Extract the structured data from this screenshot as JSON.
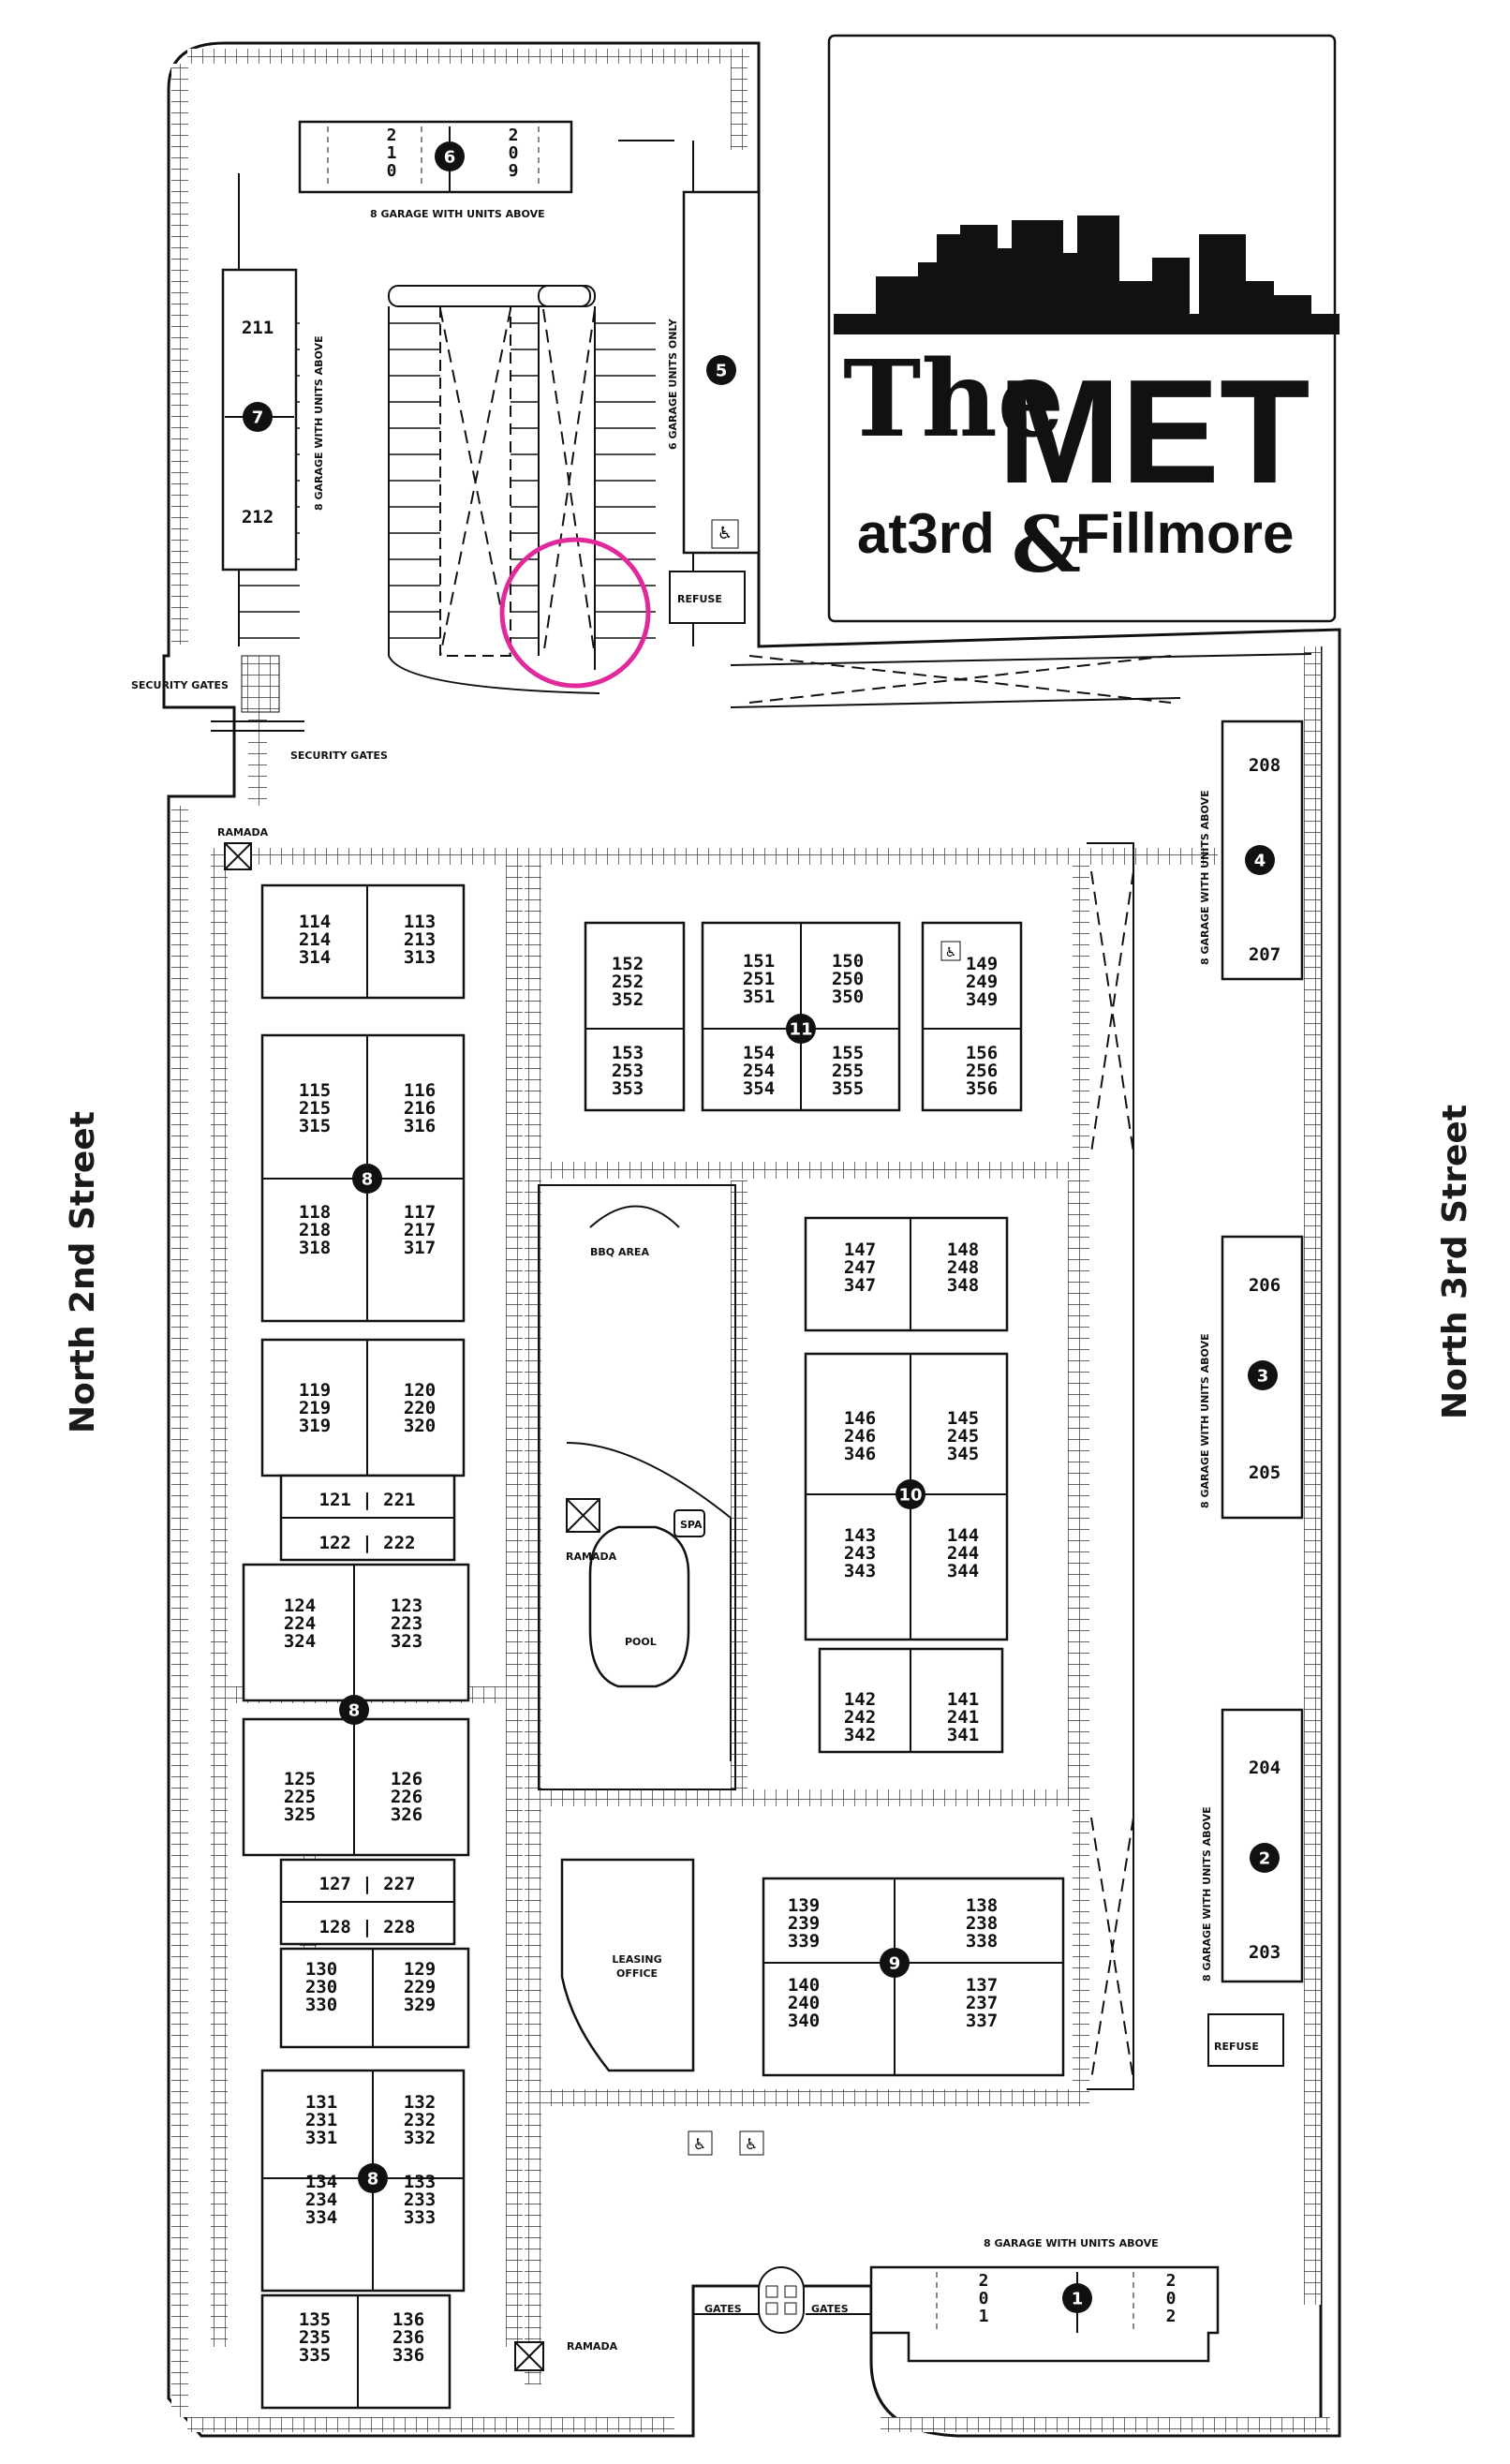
{
  "logo": {
    "the": "The",
    "met": "MET",
    "at3rd": "at3rd",
    "amp": "&",
    "fillmore": "Fillmore"
  },
  "streets": {
    "west": "North 2nd Street",
    "east": "North 3rd Street"
  },
  "labels": {
    "security_gates": "SECURITY GATES",
    "ramada": "RAMADA",
    "refuse": "REFUSE",
    "bbq_area": "BBQ AREA",
    "spa": "SPA",
    "pool": "POOL",
    "leasing_office": "LEASING OFFICE",
    "gates": "GATES",
    "garage_units_above": "8 GARAGE WITH UNITS ABOVE",
    "garage_units_only": "6 GARAGE UNITS ONLY"
  },
  "buildings": [
    "1",
    "2",
    "3",
    "4",
    "5",
    "6",
    "7",
    "8",
    "9",
    "10",
    "11"
  ],
  "garage_units": {
    "b6": [
      "210",
      "209"
    ],
    "b7": [
      "211",
      "212"
    ],
    "b4": [
      "208",
      "207"
    ],
    "b3": [
      "206",
      "205"
    ],
    "b2": [
      "204",
      "203"
    ],
    "b1": [
      "201",
      "202"
    ]
  },
  "units": {
    "u114": [
      "114",
      "214",
      "314"
    ],
    "u113": [
      "113",
      "213",
      "313"
    ],
    "u115": [
      "115",
      "215",
      "315"
    ],
    "u116": [
      "116",
      "216",
      "316"
    ],
    "u118": [
      "118",
      "218",
      "318"
    ],
    "u117": [
      "117",
      "217",
      "317"
    ],
    "u119": [
      "119",
      "219",
      "319"
    ],
    "u120": [
      "120",
      "220",
      "320"
    ],
    "u121": "121 | 221",
    "u122": "122 | 222",
    "u124": [
      "124",
      "224",
      "324"
    ],
    "u123": [
      "123",
      "223",
      "323"
    ],
    "u125": [
      "125",
      "225",
      "325"
    ],
    "u126": [
      "126",
      "226",
      "326"
    ],
    "u127": "127 | 227",
    "u128": "128 | 228",
    "u130": [
      "130",
      "230",
      "330"
    ],
    "u129": [
      "129",
      "229",
      "329"
    ],
    "u131": [
      "131",
      "231",
      "331"
    ],
    "u132": [
      "132",
      "232",
      "332"
    ],
    "u134": [
      "134",
      "234",
      "334"
    ],
    "u133": [
      "133",
      "233",
      "333"
    ],
    "u135": [
      "135",
      "235",
      "335"
    ],
    "u136": [
      "136",
      "236",
      "336"
    ],
    "u152": [
      "152",
      "252",
      "352"
    ],
    "u151": [
      "151",
      "251",
      "351"
    ],
    "u150": [
      "150",
      "250",
      "350"
    ],
    "u149": [
      "149",
      "249",
      "349"
    ],
    "u153": [
      "153",
      "253",
      "353"
    ],
    "u154": [
      "154",
      "254",
      "354"
    ],
    "u155": [
      "155",
      "255",
      "355"
    ],
    "u156": [
      "156",
      "256",
      "356"
    ],
    "u147": [
      "147",
      "247",
      "347"
    ],
    "u148": [
      "148",
      "248",
      "348"
    ],
    "u146": [
      "146",
      "246",
      "346"
    ],
    "u145": [
      "145",
      "245",
      "345"
    ],
    "u143": [
      "143",
      "243",
      "343"
    ],
    "u144": [
      "144",
      "244",
      "344"
    ],
    "u142": [
      "142",
      "242",
      "342"
    ],
    "u141": [
      "141",
      "241",
      "341"
    ],
    "u139": [
      "139",
      "239",
      "339"
    ],
    "u138": [
      "138",
      "238",
      "338"
    ],
    "u140": [
      "140",
      "240",
      "340"
    ],
    "u137": [
      "137",
      "237",
      "337"
    ]
  },
  "colors": {
    "ink": "#111111",
    "highlight": "#e0299a",
    "background": "#ffffff"
  }
}
